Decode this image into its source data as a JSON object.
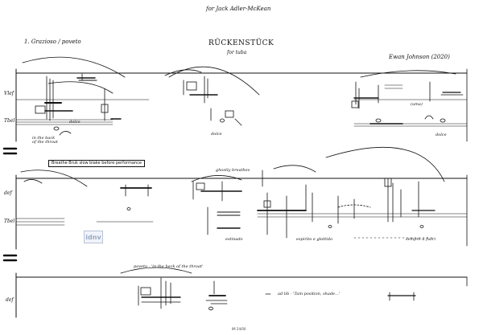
{
  "header": {
    "dedication": "for Jack Adler-McKean",
    "title": "RÜCKENSTÜCK",
    "subtitle": "for tuba",
    "composer": "Ewan Johnson (2020)",
    "movement": "1. Grazioso / poveto"
  },
  "system1": {
    "staff_label_top": "Vlef",
    "staff_label_bottom": "Tbel",
    "annotations": [
      "dolce",
      "in the back of the throat",
      "dolce",
      "dolce",
      "(uma)"
    ]
  },
  "system2": {
    "staff_label_top": "def",
    "staff_label_bottom": "Tbel",
    "boxed_instruction": "Breathe Bruk slow blake before performance",
    "annotations": [
      "ghostly breathes",
      "estinado",
      "espirito e glottido",
      "sempre a fuori"
    ]
  },
  "system3": {
    "staff_label": "def",
    "instruction": "poveto - 'in the back of the throat'",
    "tempo_note": "ad lib - 'Tam position, shade...'"
  },
  "footer": {
    "page_number": "IM 24/00"
  },
  "watermark": {
    "text": "idnv"
  },
  "colors": {
    "ink": "#111111",
    "paper": "#ffffff",
    "watermark": "#9aa8c2"
  }
}
